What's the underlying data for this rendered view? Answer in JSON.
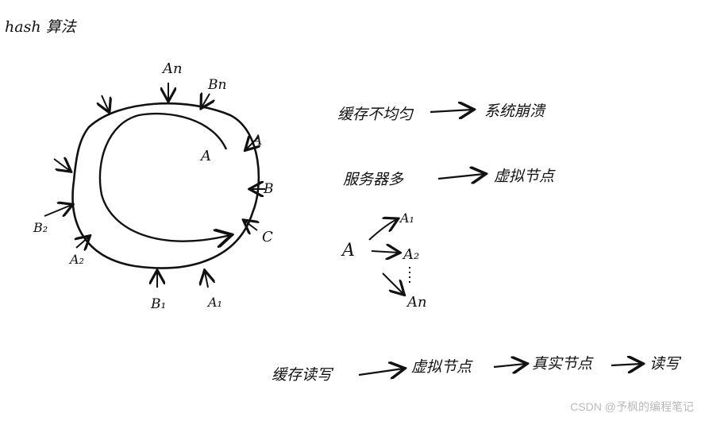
{
  "title": "hash 算法",
  "ring_labels": {
    "An": "An",
    "Bn": "Bn",
    "A_inner": "A",
    "A": "A",
    "B": "B",
    "C": "C",
    "B2": "B₂",
    "A2": "A₂",
    "B1": "B₁",
    "A1": "A₁"
  },
  "flow1": {
    "from": "缓存不均匀",
    "to": "系统崩溃"
  },
  "flow2": {
    "from": "服务器多",
    "to": "虚拟节点"
  },
  "tree": {
    "root": "A",
    "children": [
      "A₁",
      "A₂",
      "An"
    ]
  },
  "flow3": {
    "steps": [
      "缓存读写",
      "虚拟节点",
      "真实节点",
      "读写"
    ]
  },
  "watermark": "CSDN @予枫的编程笔记",
  "colors": {
    "ink": "#111111",
    "watermark": "#b9b9b9"
  }
}
